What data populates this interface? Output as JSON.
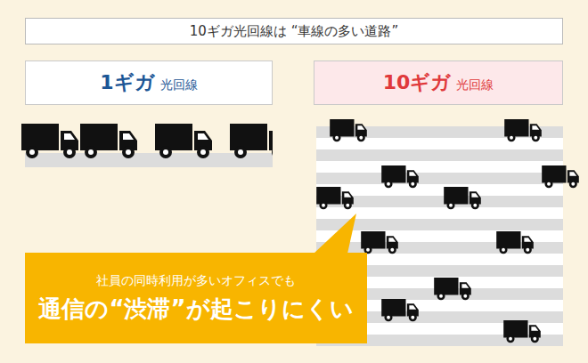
{
  "diagram": {
    "nodes": [
      {
        "text": [
          "10ギガ光回線は “車線の多い道路”"
        ]
      },
      {
        "text": [
          "1ギガ",
          "光回線"
        ]
      },
      {
        "text": [
          "10ギガ",
          "光回線"
        ]
      },
      {
        "text": [
          "社員の同時利用が多いオフィスでも",
          "通信の“渋滞”が起こりにくい"
        ]
      }
    ]
  }
}
